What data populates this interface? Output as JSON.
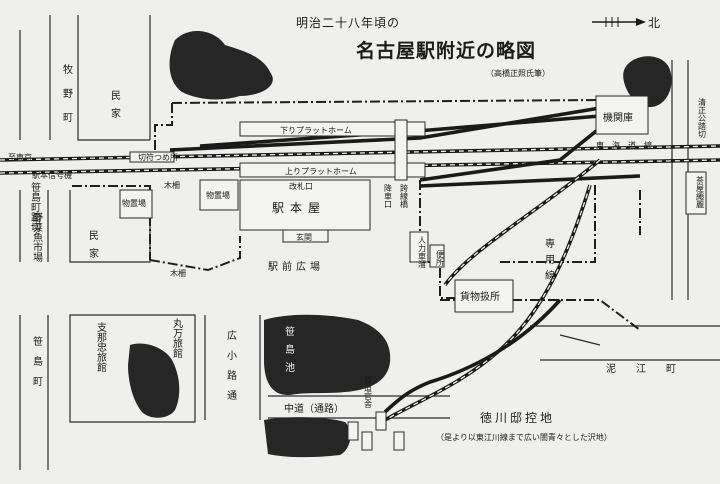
{
  "title": {
    "line1": "明治二十八年頃の",
    "line2": "名古屋駅附近の略図",
    "credit": "（高橋正照氏筆）"
  },
  "north_label": "北",
  "labels": {
    "makino_machi": "牧野町",
    "minka_top": "民家",
    "minka_left": "民家",
    "kudari_platform": "下りプラットホーム",
    "nobori_platform": "上りプラットホーム",
    "to_tokyo": "至東京",
    "kiku_tsumesho": "切符つめ所",
    "ekimoto_shingo": "駅本信号機",
    "kisenori_fumikiri": "笹島町踏切",
    "yasai_ichiba": "野菜魚市場",
    "mokusaku_top": "木柵",
    "mokusaku_bottom": "木柵",
    "butsuokiba_1": "物置場",
    "butsuokiba_2": "物置場",
    "kaisatsuguchi": "改札口",
    "eki_honya": "駅本屋",
    "genkan": "玄関",
    "ekimae_hiroba": "駅前広場",
    "kousenkyo": "跨線橋",
    "koushaguchi": "降車口",
    "kikan_ko": "機関庫",
    "tokaido_sen": "東海道線",
    "kiyomasa_fumikiri": "清正公踏切",
    "chaya_dokoro": "茶屋繩麗",
    "jinriki_1": "人力車溜",
    "jinriki_2": "便所",
    "kamotsu": "貨物扱所",
    "zaiyou_sen": "専用線",
    "kisenori_machi": "笹島町",
    "shina_ryokan": "支那忠旅館",
    "marumanryokan": "丸万旅館",
    "hirokoji_dori": "広小路通",
    "sasashima_ike": "笹島池",
    "tetsudo_kanshacho": "鉄道官舎",
    "nakamichi": "中道（通路）",
    "tokugawa": "徳川邸控地",
    "swamp_note": "（是より以東江川線まで広い闇青々とした沢地）",
    "dei_kou_machi": "泥江町"
  }
}
